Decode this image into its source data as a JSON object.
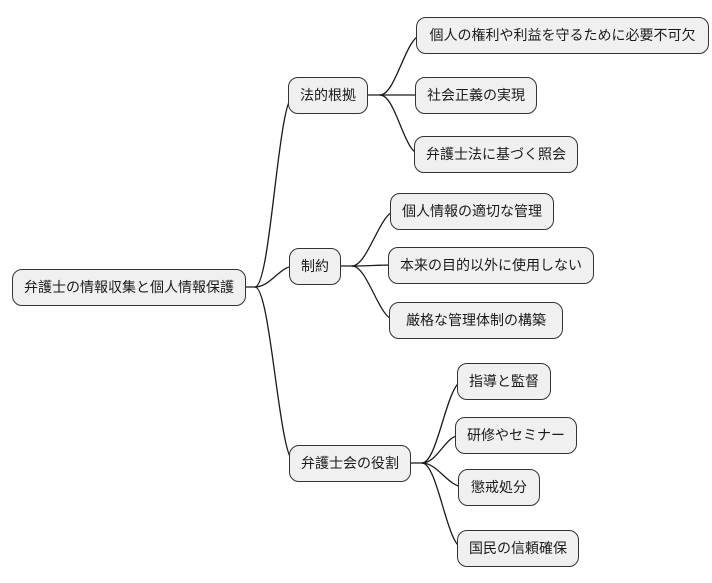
{
  "diagram": {
    "type": "mindmap",
    "root": {
      "label": "弁護士の情報収集と個人情報保護"
    },
    "branches": [
      {
        "label": "法的根拠",
        "children": [
          {
            "label": "個人の権利や利益を守るために必要不可欠"
          },
          {
            "label": "社会正義の実現"
          },
          {
            "label": "弁護士法に基づく照会"
          }
        ]
      },
      {
        "label": "制約",
        "children": [
          {
            "label": "個人情報の適切な管理"
          },
          {
            "label": "本来の目的以外に使用しない"
          },
          {
            "label": "厳格な管理体制の構築"
          }
        ]
      },
      {
        "label": "弁護士会の役割",
        "children": [
          {
            "label": "指導と監督"
          },
          {
            "label": "研修やセミナー"
          },
          {
            "label": "懲戒処分"
          },
          {
            "label": "国民の信頼確保"
          }
        ]
      }
    ],
    "colors": {
      "background": "#ffffff",
      "node_fill": "#f0f0f0",
      "node_border": "#333333",
      "link": "#1a1a1a"
    }
  }
}
